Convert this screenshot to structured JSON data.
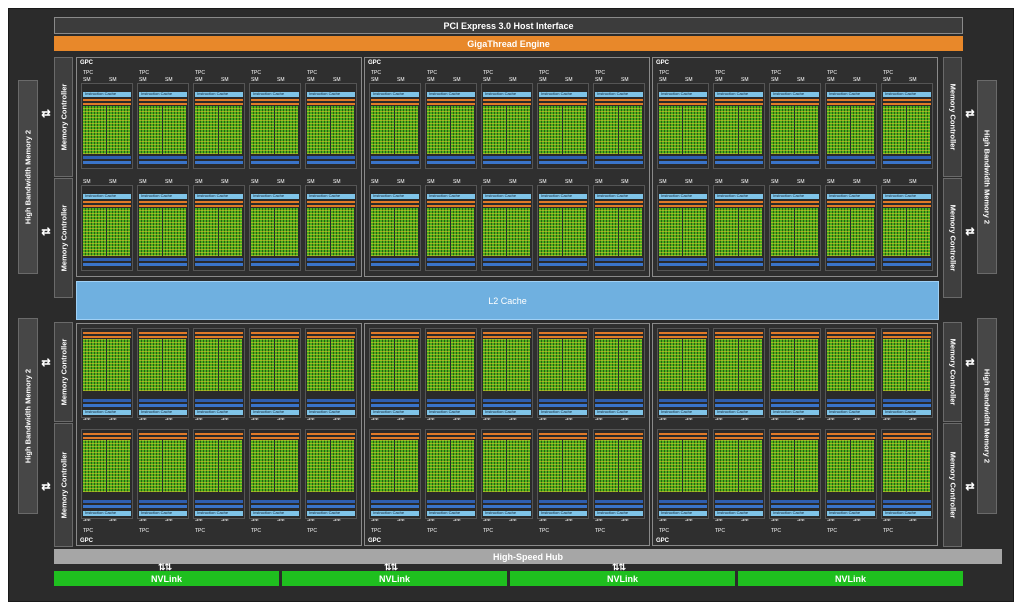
{
  "title_bar": {
    "pcie": "PCI Express 3.0 Host Interface",
    "gigathread": "GigaThread Engine"
  },
  "l2_cache": "L2 Cache",
  "memory_controller_label": "Memory Controller",
  "hbm_label": "High Bandwidth Memory 2",
  "hub": "High-Speed Hub",
  "nvlink": [
    "NVLink",
    "NVLink",
    "NVLink",
    "NVLink"
  ],
  "labels": {
    "gpc": "GPC",
    "tpc": "TPC",
    "sm": "SM",
    "icache": "Instruction Cache"
  },
  "colors": {
    "gigathread": "#e8882a",
    "l2": "#6fb0e0",
    "core_green": "#4caf1e",
    "nvlink": "#1fbf1f",
    "hub": "#a6a6a6"
  }
}
